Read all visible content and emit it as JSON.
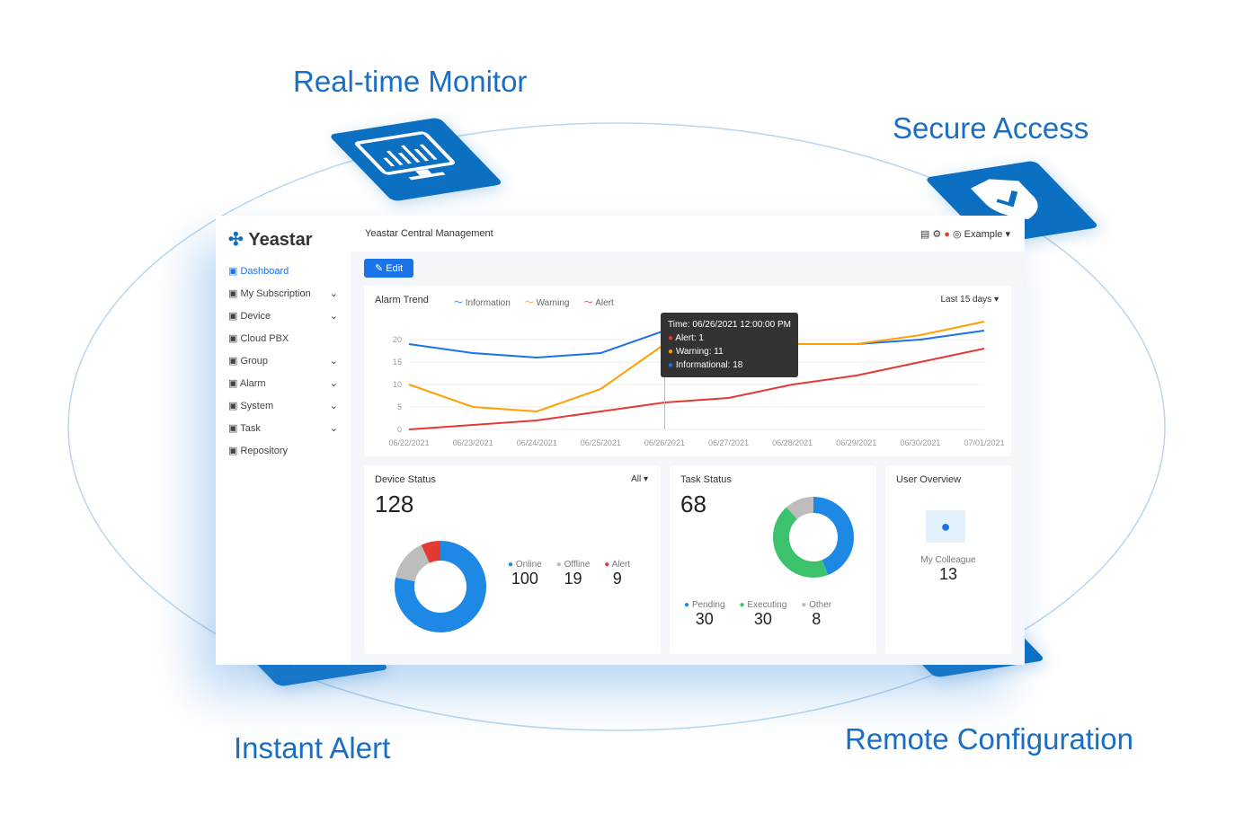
{
  "features": [
    "Real-time Monitor",
    "Secure Access",
    "Instant Alert",
    "Remote Configuration"
  ],
  "colors": {
    "brand": "#0b6fc2",
    "information": "#1a73e8",
    "warning": "#ffa000",
    "alert": "#e53935",
    "online": "#1e88e5",
    "offline": "#bdbdbd",
    "executing": "#3cc26d"
  },
  "dashboard": {
    "logo": "Yeastar",
    "title": "Yeastar Central Management",
    "user": "Example",
    "edit": "Edit",
    "nav": [
      "Dashboard",
      "My Subscription",
      "Device",
      "Cloud PBX",
      "Group",
      "Alarm",
      "System",
      "Task",
      "Repository"
    ],
    "alarm_trend": {
      "title": "Alarm Trend",
      "range": "Last 15 days",
      "legend": [
        "Information",
        "Warning",
        "Alert"
      ],
      "tooltip": [
        "Time: 06/26/2021 12:00:00 PM",
        "Alert: 1",
        "Warning: 11",
        "Informational: 18"
      ]
    },
    "device_status": {
      "title": "Device Status",
      "total": "128",
      "filter": "All",
      "items": [
        {
          "label": "Online",
          "value": "100"
        },
        {
          "label": "Offline",
          "value": "19"
        },
        {
          "label": "Alert",
          "value": "9"
        }
      ]
    },
    "task_status": {
      "title": "Task Status",
      "total": "68",
      "items": [
        {
          "label": "Pending",
          "value": "30"
        },
        {
          "label": "Executing",
          "value": "30"
        },
        {
          "label": "Other",
          "value": "8"
        }
      ]
    },
    "user_overview": {
      "title": "User Overview",
      "label": "My Colleague",
      "value": "13"
    }
  },
  "chart_data": {
    "type": "line",
    "x": [
      "06/22/2021",
      "06/23/2021",
      "06/24/2021",
      "06/25/2021",
      "06/26/2021",
      "06/27/2021",
      "06/28/2021",
      "06/29/2021",
      "06/30/2021",
      "07/01/2021"
    ],
    "yticks": [
      "0",
      "5",
      "10",
      "15",
      "20"
    ],
    "ylim": [
      0,
      25
    ],
    "series": [
      {
        "name": "Information",
        "values": [
          19,
          17,
          16,
          17,
          22,
          22,
          19,
          19,
          20,
          22
        ]
      },
      {
        "name": "Warning",
        "values": [
          10,
          5,
          4,
          9,
          19,
          20,
          19,
          19,
          21,
          24
        ]
      },
      {
        "name": "Alert",
        "values": [
          0,
          1,
          2,
          4,
          6,
          7,
          10,
          12,
          15,
          18
        ]
      }
    ]
  }
}
